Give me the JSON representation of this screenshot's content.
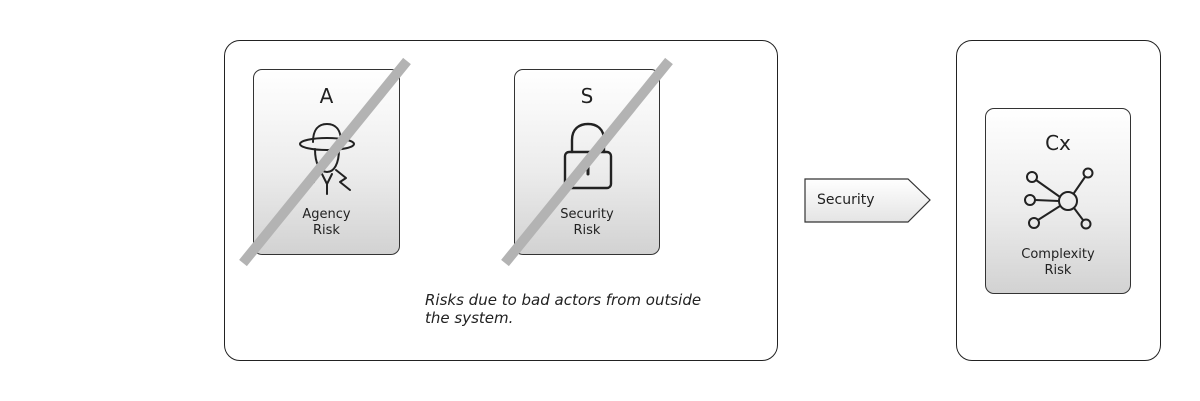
{
  "cards": {
    "agency": {
      "letter": "A",
      "label_line1": "Agency",
      "label_line2": "Risk",
      "icon": "spy-icon",
      "crossed_out": true
    },
    "security": {
      "letter": "S",
      "label_line1": "Security",
      "label_line2": "Risk",
      "icon": "padlock-icon",
      "crossed_out": true
    },
    "complexity": {
      "letter": "Cx",
      "label_line1": "Complexity",
      "label_line2": "Risk",
      "icon": "network-icon",
      "crossed_out": false
    }
  },
  "description": {
    "line1": "Risks due to bad actors from outside",
    "line2": "the system."
  },
  "arrow": {
    "label": "Security"
  },
  "colors": {
    "strike": "#b3b3b3",
    "card_gradient_top": "#ffffff",
    "card_gradient_bottom": "#d2d2d2",
    "outline": "#222222"
  }
}
